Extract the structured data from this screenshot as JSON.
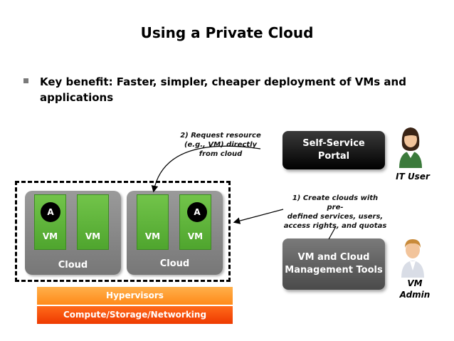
{
  "title": "Using a Private Cloud",
  "bullet": "Key benefit: Faster, simpler, cheaper deployment of VMs and applications",
  "notes": {
    "request": [
      "2) Request resource",
      "(e.g., VM) directly",
      "from cloud"
    ],
    "create": [
      "1) Create clouds with pre-",
      "defined services, users,",
      "access rights, and quotas"
    ]
  },
  "boxes": {
    "portal": [
      "Self-Service",
      "Portal"
    ],
    "tools": [
      "VM and Cloud",
      "Management Tools"
    ]
  },
  "people": {
    "it_user": "IT User",
    "vm_admin": [
      "VM",
      "Admin"
    ]
  },
  "clouds": [
    {
      "label": "Cloud",
      "vms": [
        {
          "label": "VM",
          "app": "A"
        },
        {
          "label": "VM",
          "app": ""
        }
      ]
    },
    {
      "label": "Cloud",
      "vms": [
        {
          "label": "VM",
          "app": ""
        },
        {
          "label": "VM",
          "app": "A"
        }
      ]
    }
  ],
  "layers": {
    "hypervisors": "Hypervisors",
    "compute": "Compute/Storage/Networking"
  }
}
